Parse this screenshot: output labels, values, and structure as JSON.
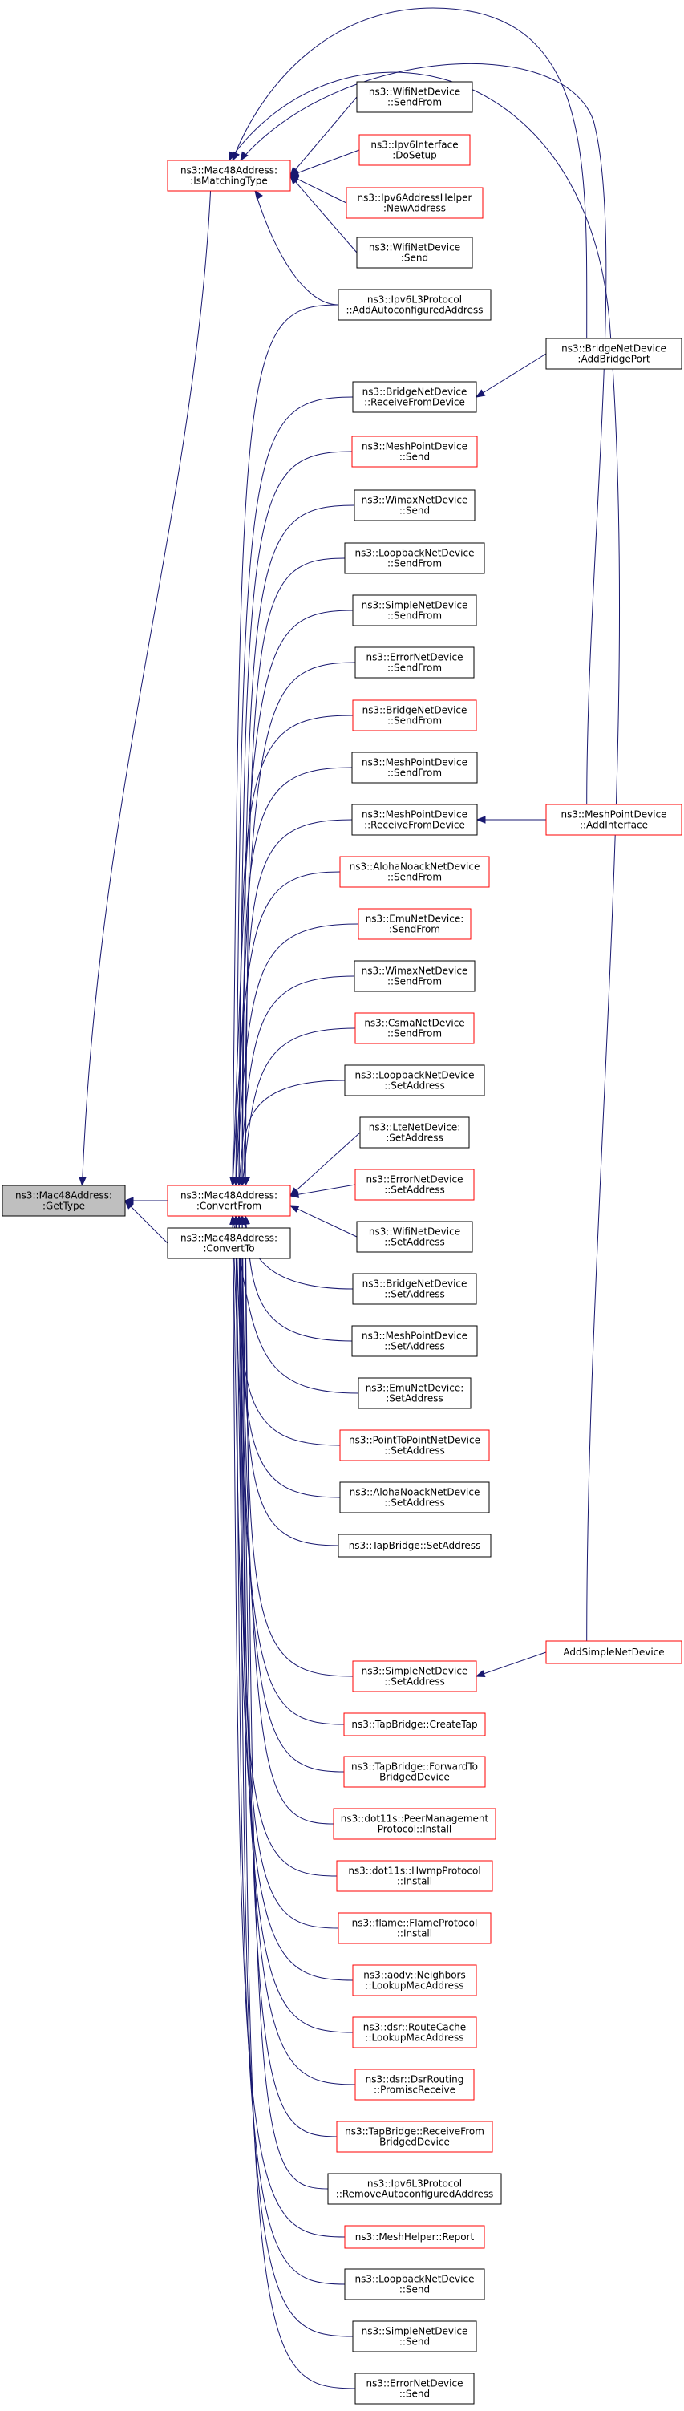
{
  "colors": {
    "edge": "#191970",
    "black_border": "#000000",
    "red_border": "#ff0000",
    "root_fill": "#bfbfbf"
  },
  "nodes": [
    {
      "id": "gettype",
      "lines": [
        "ns3::Mac48Address:",
        ":GetType"
      ],
      "border": "black",
      "root": true
    },
    {
      "id": "ismatching",
      "lines": [
        "ns3::Mac48Address:",
        ":IsMatchingType"
      ],
      "border": "red"
    },
    {
      "id": "convertfrom",
      "lines": [
        "ns3::Mac48Address:",
        ":ConvertFrom"
      ],
      "border": "red"
    },
    {
      "id": "convertto",
      "lines": [
        "ns3::Mac48Address:",
        ":ConvertTo"
      ],
      "border": "black"
    },
    {
      "id": "wifi_sendfrom",
      "lines": [
        "ns3::WifiNetDevice",
        "::SendFrom"
      ],
      "border": "black"
    },
    {
      "id": "ipv6if_dosetup",
      "lines": [
        "ns3::Ipv6Interface",
        ":DoSetup"
      ],
      "border": "red"
    },
    {
      "id": "ipv6helper_newaddr",
      "lines": [
        "ns3::Ipv6AddressHelper",
        ":NewAddress"
      ],
      "border": "red"
    },
    {
      "id": "wifi_send",
      "lines": [
        "ns3::WifiNetDevice",
        ":Send"
      ],
      "border": "black"
    },
    {
      "id": "ipv6l3_addauto",
      "lines": [
        "ns3::Ipv6L3Protocol",
        "::AddAutoconfiguredAddress"
      ],
      "border": "black"
    },
    {
      "id": "bridge_addport",
      "lines": [
        "ns3::BridgeNetDevice",
        ":AddBridgePort"
      ],
      "border": "black"
    },
    {
      "id": "bridge_recv",
      "lines": [
        "ns3::BridgeNetDevice",
        "::ReceiveFromDevice"
      ],
      "border": "black"
    },
    {
      "id": "meshpt_send",
      "lines": [
        "ns3::MeshPointDevice",
        "::Send"
      ],
      "border": "red"
    },
    {
      "id": "wimax_send",
      "lines": [
        "ns3::WimaxNetDevice",
        "::Send"
      ],
      "border": "black"
    },
    {
      "id": "loop_sendfrom",
      "lines": [
        "ns3::LoopbackNetDevice",
        "::SendFrom"
      ],
      "border": "black"
    },
    {
      "id": "simple_sendfrom",
      "lines": [
        "ns3::SimpleNetDevice",
        "::SendFrom"
      ],
      "border": "black"
    },
    {
      "id": "error_sendfrom",
      "lines": [
        "ns3::ErrorNetDevice",
        "::SendFrom"
      ],
      "border": "black"
    },
    {
      "id": "bridge_sendfrom",
      "lines": [
        "ns3::BridgeNetDevice",
        "::SendFrom"
      ],
      "border": "red"
    },
    {
      "id": "meshpt_sendfrom",
      "lines": [
        "ns3::MeshPointDevice",
        "::SendFrom"
      ],
      "border": "black"
    },
    {
      "id": "meshpt_recv",
      "lines": [
        "ns3::MeshPointDevice",
        "::ReceiveFromDevice"
      ],
      "border": "black"
    },
    {
      "id": "meshpt_addif",
      "lines": [
        "ns3::MeshPointDevice",
        "::AddInterface"
      ],
      "border": "red"
    },
    {
      "id": "aloha_sendfrom",
      "lines": [
        "ns3::AlohaNoackNetDevice",
        "::SendFrom"
      ],
      "border": "red"
    },
    {
      "id": "emu_sendfrom",
      "lines": [
        "ns3::EmuNetDevice:",
        ":SendFrom"
      ],
      "border": "red"
    },
    {
      "id": "wimax_sendfrom",
      "lines": [
        "ns3::WimaxNetDevice",
        "::SendFrom"
      ],
      "border": "black"
    },
    {
      "id": "csma_sendfrom",
      "lines": [
        "ns3::CsmaNetDevice",
        "::SendFrom"
      ],
      "border": "red"
    },
    {
      "id": "loop_setaddr",
      "lines": [
        "ns3::LoopbackNetDevice",
        "::SetAddress"
      ],
      "border": "black"
    },
    {
      "id": "lte_setaddr",
      "lines": [
        "ns3::LteNetDevice:",
        ":SetAddress"
      ],
      "border": "black"
    },
    {
      "id": "error_setaddr",
      "lines": [
        "ns3::ErrorNetDevice",
        "::SetAddress"
      ],
      "border": "red"
    },
    {
      "id": "wifi_setaddr",
      "lines": [
        "ns3::WifiNetDevice",
        "::SetAddress"
      ],
      "border": "black"
    },
    {
      "id": "bridge_setaddr",
      "lines": [
        "ns3::BridgeNetDevice",
        "::SetAddress"
      ],
      "border": "black"
    },
    {
      "id": "meshpt_setaddr",
      "lines": [
        "ns3::MeshPointDevice",
        "::SetAddress"
      ],
      "border": "black"
    },
    {
      "id": "emu_setaddr",
      "lines": [
        "ns3::EmuNetDevice:",
        ":SetAddress"
      ],
      "border": "black"
    },
    {
      "id": "p2p_setaddr",
      "lines": [
        "ns3::PointToPointNetDevice",
        "::SetAddress"
      ],
      "border": "red"
    },
    {
      "id": "aloha_setaddr",
      "lines": [
        "ns3::AlohaNoackNetDevice",
        "::SetAddress"
      ],
      "border": "black"
    },
    {
      "id": "tap_setaddr",
      "lines": [
        "ns3::TapBridge::SetAddress"
      ],
      "border": "black"
    },
    {
      "id": "addsimple",
      "lines": [
        "AddSimpleNetDevice"
      ],
      "border": "red"
    },
    {
      "id": "simple_setaddr",
      "lines": [
        "ns3::SimpleNetDevice",
        "::SetAddress"
      ],
      "border": "red"
    },
    {
      "id": "tap_createtap",
      "lines": [
        "ns3::TapBridge::CreateTap"
      ],
      "border": "red"
    },
    {
      "id": "tap_forward",
      "lines": [
        "ns3::TapBridge::ForwardTo",
        "BridgedDevice"
      ],
      "border": "red"
    },
    {
      "id": "dot11s_peer",
      "lines": [
        "ns3::dot11s::PeerManagement",
        "Protocol::Install"
      ],
      "border": "red"
    },
    {
      "id": "dot11s_hwmp",
      "lines": [
        "ns3::dot11s::HwmpProtocol",
        "::Install"
      ],
      "border": "red"
    },
    {
      "id": "flame_install",
      "lines": [
        "ns3::flame::FlameProtocol",
        "::Install"
      ],
      "border": "red"
    },
    {
      "id": "aodv_lookup",
      "lines": [
        "ns3::aodv::Neighbors",
        "::LookupMacAddress"
      ],
      "border": "red"
    },
    {
      "id": "dsr_cache",
      "lines": [
        "ns3::dsr::RouteCache",
        "::LookupMacAddress"
      ],
      "border": "red"
    },
    {
      "id": "dsr_promisc",
      "lines": [
        "ns3::dsr::DsrRouting",
        "::PromiscReceive"
      ],
      "border": "red"
    },
    {
      "id": "tap_recvfrom",
      "lines": [
        "ns3::TapBridge::ReceiveFrom",
        "BridgedDevice"
      ],
      "border": "red"
    },
    {
      "id": "ipv6l3_remove",
      "lines": [
        "ns3::Ipv6L3Protocol",
        "::RemoveAutoconfiguredAddress"
      ],
      "border": "black"
    },
    {
      "id": "meshhelper_report",
      "lines": [
        "ns3::MeshHelper::Report"
      ],
      "border": "red"
    },
    {
      "id": "loop_send",
      "lines": [
        "ns3::LoopbackNetDevice",
        "::Send"
      ],
      "border": "black"
    },
    {
      "id": "simple_send",
      "lines": [
        "ns3::SimpleNetDevice",
        "::Send"
      ],
      "border": "black"
    },
    {
      "id": "error_send",
      "lines": [
        "ns3::ErrorNetDevice",
        "::Send"
      ],
      "border": "black"
    }
  ]
}
